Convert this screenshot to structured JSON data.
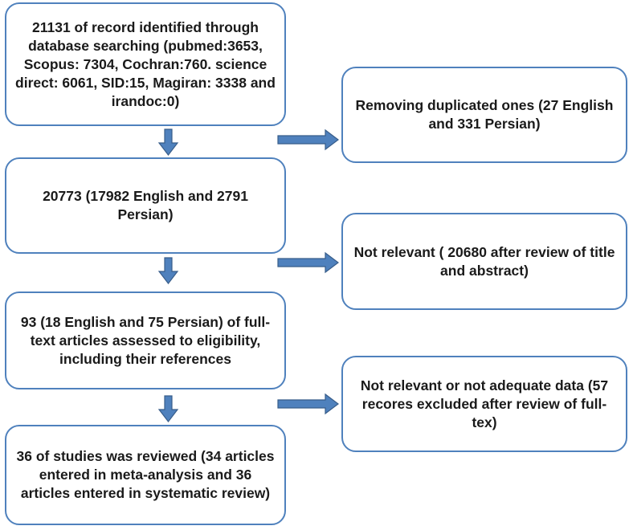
{
  "flow": {
    "records_identified": "21131 of record identified through database searching (pubmed:3653, Scopus: 7304, Cochran:760. science direct: 6061, SID:15, Magiran: 3338 and irandoc:0)",
    "after_duplicates": "20773 (17982 English and 2791 Persian)",
    "fulltext_assessed": "93 (18 English and 75 Persian) of full-text articles assessed to eligibility, including their references",
    "studies_reviewed": "36 of studies was reviewed (34 articles entered in meta-analysis and 36 articles entered in systematic review)"
  },
  "exclusions": {
    "duplicates_removed": "Removing duplicated ones (27 English and 331 Persian)",
    "not_relevant_title_abstract": "Not relevant ( 20680 after review of title and abstract)",
    "not_relevant_fulltext": "Not relevant or not adequate data (57 recores excluded after review of full-tex)"
  },
  "colors": {
    "box_border": "#4f81bd",
    "arrow_fill": "#4f81bd",
    "arrow_stroke": "#385d8a"
  }
}
